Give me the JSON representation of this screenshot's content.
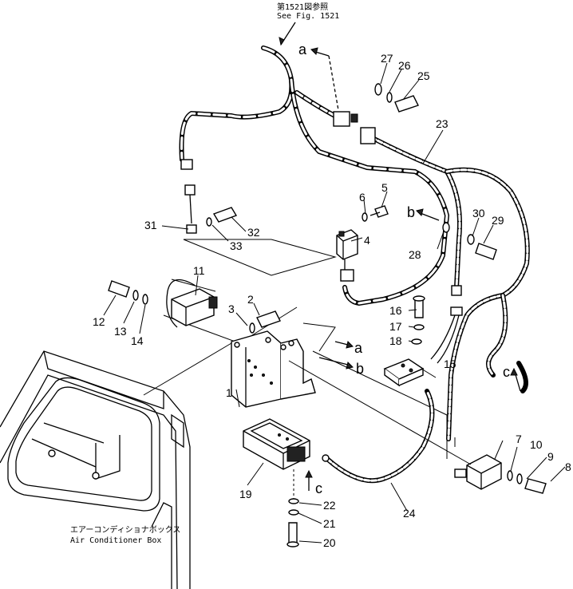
{
  "header_note": {
    "jp": "第1521図参照",
    "en": "See Fig. 1521"
  },
  "box_label": {
    "jp": "エアーコンディショナボックス",
    "en": "Air Conditioner Box"
  },
  "callouts": [
    "1",
    "2",
    "3",
    "4",
    "5",
    "6",
    "7",
    "8",
    "9",
    "10",
    "11",
    "12",
    "13",
    "14",
    "15",
    "16",
    "17",
    "18",
    "19",
    "20",
    "21",
    "22",
    "23",
    "24",
    "25",
    "26",
    "27",
    "28",
    "29",
    "30",
    "31",
    "32",
    "33"
  ],
  "connection_refs": {
    "a_top": "a",
    "a_mid": "a",
    "b_right": "b",
    "b_mid": "b",
    "c_right": "c",
    "c_bottom": "c"
  }
}
